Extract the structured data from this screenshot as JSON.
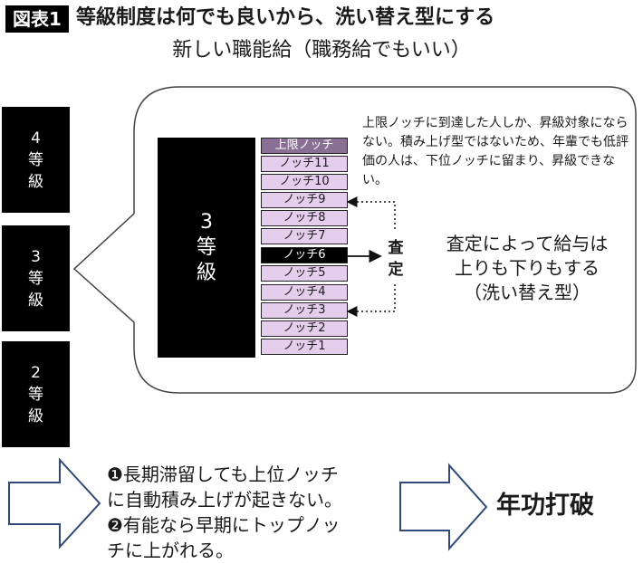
{
  "figure_label": "図表1",
  "title": "等級制度は何でも良いから、洗い替え型にする",
  "subtitle": "新しい職能給（職務給でもいい）",
  "grades": {
    "grade4": "4等級",
    "grade3": "3等級",
    "grade2": "2等級"
  },
  "grade3_detail_label": "3等級",
  "notches": [
    {
      "label": "上限ノッチ",
      "kind": "top"
    },
    {
      "label": "ノッチ11",
      "kind": "normal"
    },
    {
      "label": "ノッチ10",
      "kind": "normal"
    },
    {
      "label": "ノッチ9",
      "kind": "normal"
    },
    {
      "label": "ノッチ8",
      "kind": "normal"
    },
    {
      "label": "ノッチ7",
      "kind": "normal"
    },
    {
      "label": "ノッチ6",
      "kind": "current"
    },
    {
      "label": "ノッチ5",
      "kind": "normal"
    },
    {
      "label": "ノッチ4",
      "kind": "normal"
    },
    {
      "label": "ノッチ3",
      "kind": "normal"
    },
    {
      "label": "ノッチ2",
      "kind": "normal"
    },
    {
      "label": "ノッチ1",
      "kind": "normal"
    }
  ],
  "note": "上限ノッチに到達した人しか、昇級対象にならない。積み上げ型ではないため、年輩でも低評価の人は、下位ノッチに留まり、昇級できない。",
  "assessment_label": "査定",
  "result_lines": [
    "査定によって給与は",
    "上りも下りもする",
    "（洗い替え型）"
  ],
  "points": [
    "❶長期滞留しても上位ノッチ",
    "に自動積み上げが起きない。",
    "❷有能なら早期にトップノッ",
    "チに上がれる。"
  ],
  "conclusion": "年功打破",
  "colors": {
    "notch_fill": "#e5cdee",
    "notch_top_fill": "#8a6f94",
    "box_fill": "#000000",
    "arrow_stroke": "#2f4a78"
  }
}
